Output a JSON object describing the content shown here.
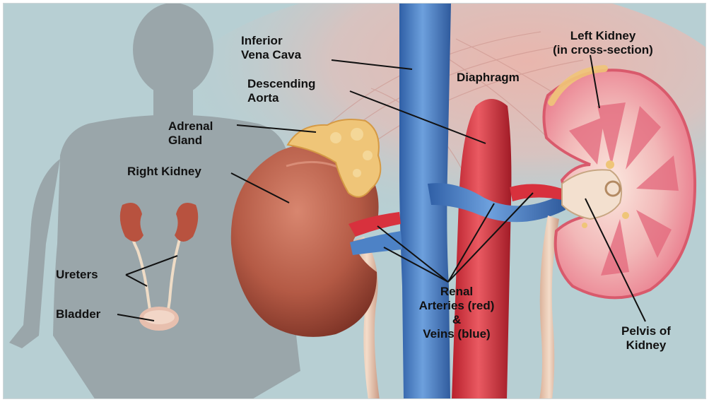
{
  "labels": {
    "inferior_vena_cava": [
      "Inferior",
      "Vena Cava"
    ],
    "descending_aorta": [
      "Descending",
      "Aorta"
    ],
    "diaphragm": "Diaphragm",
    "left_kidney": [
      "Left Kidney",
      "(in cross-section)"
    ],
    "adrenal_gland": [
      "Adrenal",
      "Gland"
    ],
    "right_kidney": "Right Kidney",
    "ureters": "Ureters",
    "bladder": "Bladder",
    "renal_vessels": [
      "Renal",
      "Arteries (red)",
      "&",
      "Veins (blue)"
    ],
    "pelvis_of_kidney": [
      "Pelvis of",
      "Kidney"
    ]
  },
  "colors": {
    "background": "#b7cfd3",
    "silhouette": "#9aa6aa",
    "vein_blue": "#5b8fd0",
    "artery_red": "#d8313d",
    "kidney_brown": "#a9503f",
    "kidney_pink": "#e9798a",
    "adrenal_yellow": "#efc578"
  }
}
